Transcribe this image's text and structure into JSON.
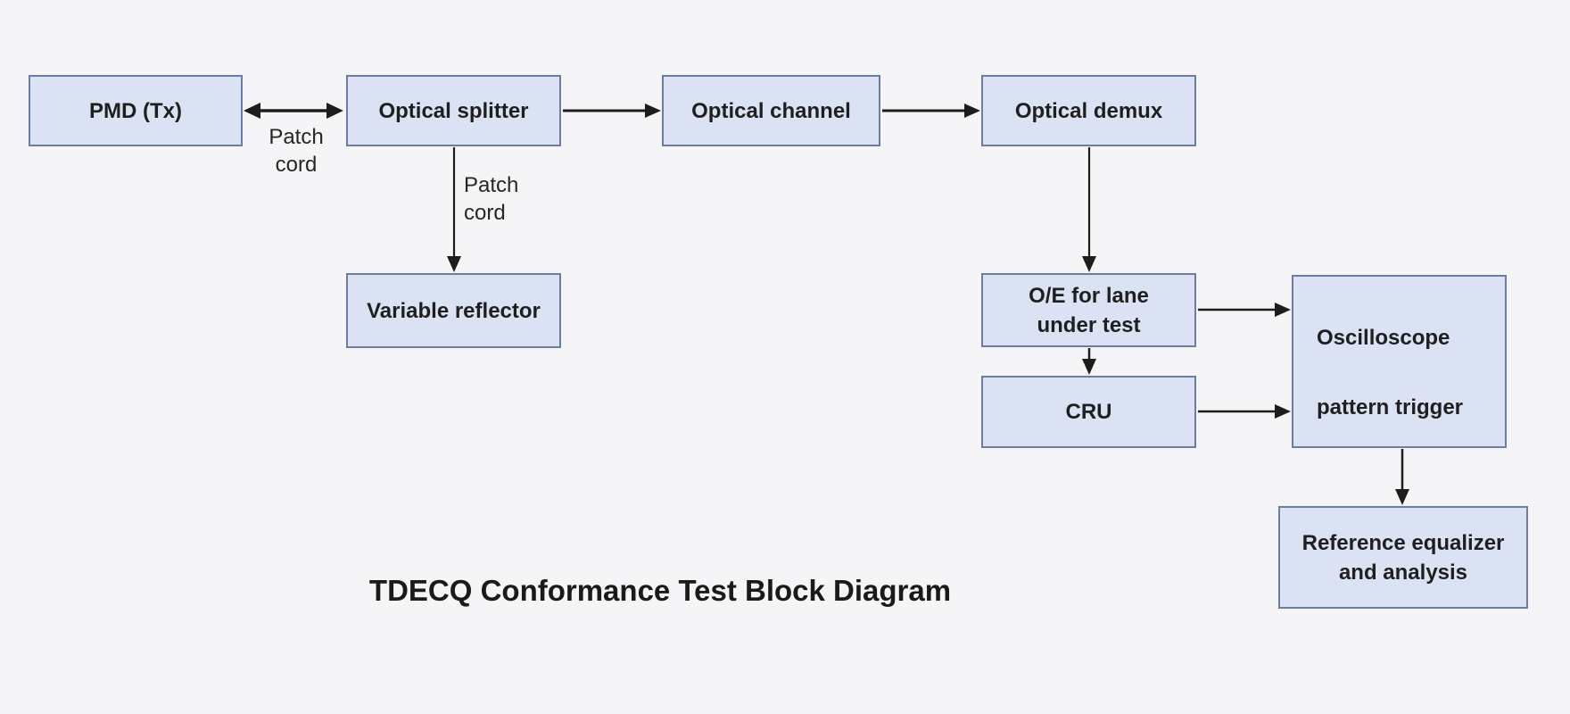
{
  "title": "TDECQ Conformance Test Block Diagram",
  "colors": {
    "background": "#f5f5f7",
    "block_fill": "#dbe2f3",
    "block_border": "#6b7da1",
    "arrow": "#1d1d1d",
    "text": "#1f1f1f"
  },
  "blocks": {
    "pmd": {
      "lines": [
        "PMD (Tx)"
      ]
    },
    "splitter": {
      "lines": [
        "Optical splitter"
      ]
    },
    "channel": {
      "lines": [
        "Optical channel"
      ]
    },
    "demux": {
      "lines": [
        "Optical demux"
      ]
    },
    "reflector": {
      "lines": [
        "Variable reflector"
      ]
    },
    "oe": {
      "lines": [
        "O/E for lane",
        "under test"
      ]
    },
    "cru": {
      "lines": [
        "CRU"
      ]
    },
    "scope": {
      "lines": [
        "Oscilloscope",
        "pattern trigger"
      ]
    },
    "ref": {
      "lines": [
        "Reference equalizer",
        "and analysis"
      ]
    }
  },
  "edge_labels": {
    "patch_cord_1": {
      "lines": [
        "Patch",
        "cord"
      ]
    },
    "patch_cord_2": {
      "lines": [
        "Patch",
        "cord"
      ]
    }
  },
  "connections": [
    {
      "from": "PMD (Tx)",
      "to": "Optical splitter",
      "type": "bidirectional",
      "label": "Patch cord"
    },
    {
      "from": "Optical splitter",
      "to": "Optical channel",
      "type": "directed"
    },
    {
      "from": "Optical channel",
      "to": "Optical demux",
      "type": "directed"
    },
    {
      "from": "Optical splitter",
      "to": "Variable reflector",
      "type": "directed",
      "label": "Patch cord"
    },
    {
      "from": "Optical demux",
      "to": "O/E for lane under test",
      "type": "directed"
    },
    {
      "from": "O/E for lane under test",
      "to": "Oscilloscope pattern trigger",
      "type": "directed"
    },
    {
      "from": "O/E for lane under test",
      "to": "CRU",
      "type": "directed"
    },
    {
      "from": "CRU",
      "to": "Oscilloscope pattern trigger",
      "type": "directed"
    },
    {
      "from": "Oscilloscope pattern trigger",
      "to": "Reference equalizer and analysis",
      "type": "directed"
    }
  ]
}
